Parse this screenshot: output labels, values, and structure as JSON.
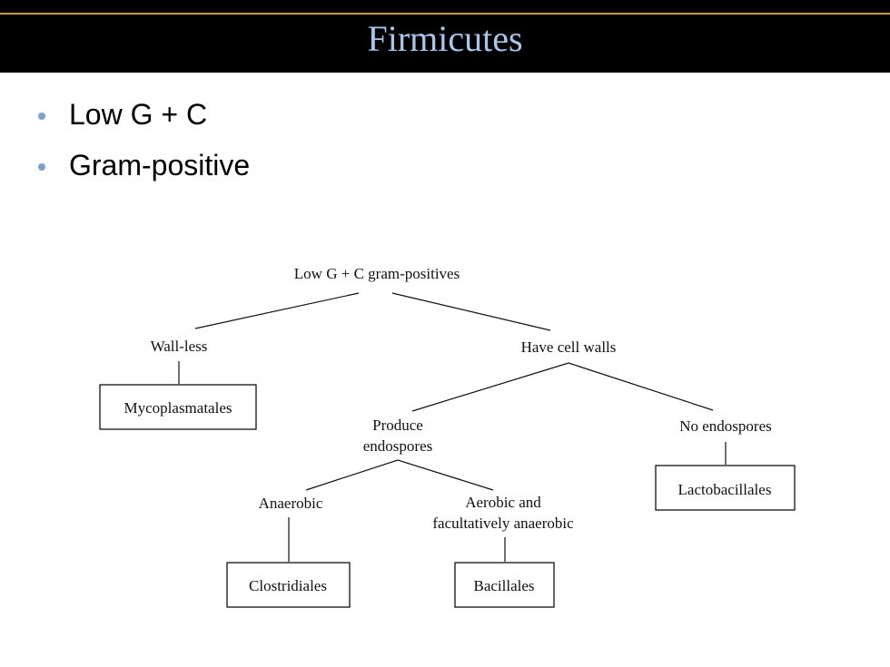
{
  "slide": {
    "title": "Firmicutes",
    "title_color": "#a9c6ea",
    "bullet_color": "#7aa2cf",
    "bullets": [
      "Low G + C",
      "Gram-positive"
    ]
  },
  "tree": {
    "root": "Low G + C gram-positives",
    "wall_less": "Wall-less",
    "mycoplasmatales": "Mycoplasmatales",
    "have_cell_walls": "Have cell walls",
    "produce_endospores": [
      "Produce",
      "endospores"
    ],
    "no_endospores": "No endospores",
    "lactobacillales": "Lactobacillales",
    "anaerobic": "Anaerobic",
    "aerobic": [
      "Aerobic and",
      "facultatively anaerobic"
    ],
    "clostridiales": "Clostridiales",
    "bacillales": "Bacillales"
  }
}
